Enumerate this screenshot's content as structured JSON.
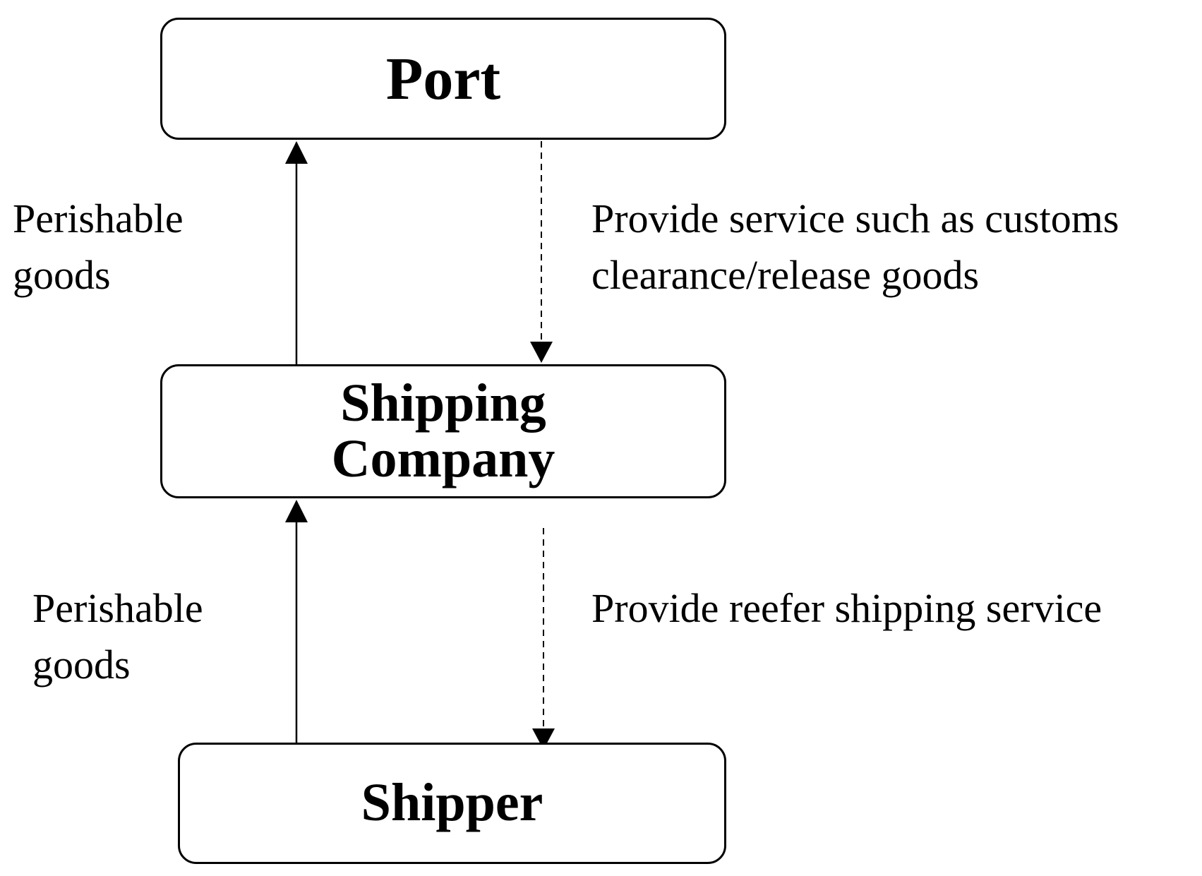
{
  "diagram": {
    "nodes": {
      "port": {
        "label": "Port"
      },
      "shipping_company": {
        "label": "Shipping\nCompany"
      },
      "shipper": {
        "label": "Shipper"
      }
    },
    "edges": {
      "shipping_to_port": {
        "style": "solid",
        "label_lines": [
          "Perishable",
          "goods"
        ]
      },
      "port_to_shipping": {
        "style": "dashed",
        "label_lines": [
          "Provide service such as customs",
          "clearance/release goods"
        ]
      },
      "shipper_to_shipping": {
        "style": "solid",
        "label_lines": [
          "Perishable",
          "goods"
        ]
      },
      "shipping_to_shipper": {
        "style": "dashed",
        "label_lines": [
          "Provide reefer shipping service"
        ]
      }
    }
  },
  "colors": {
    "line": "#000000",
    "background": "#ffffff"
  }
}
